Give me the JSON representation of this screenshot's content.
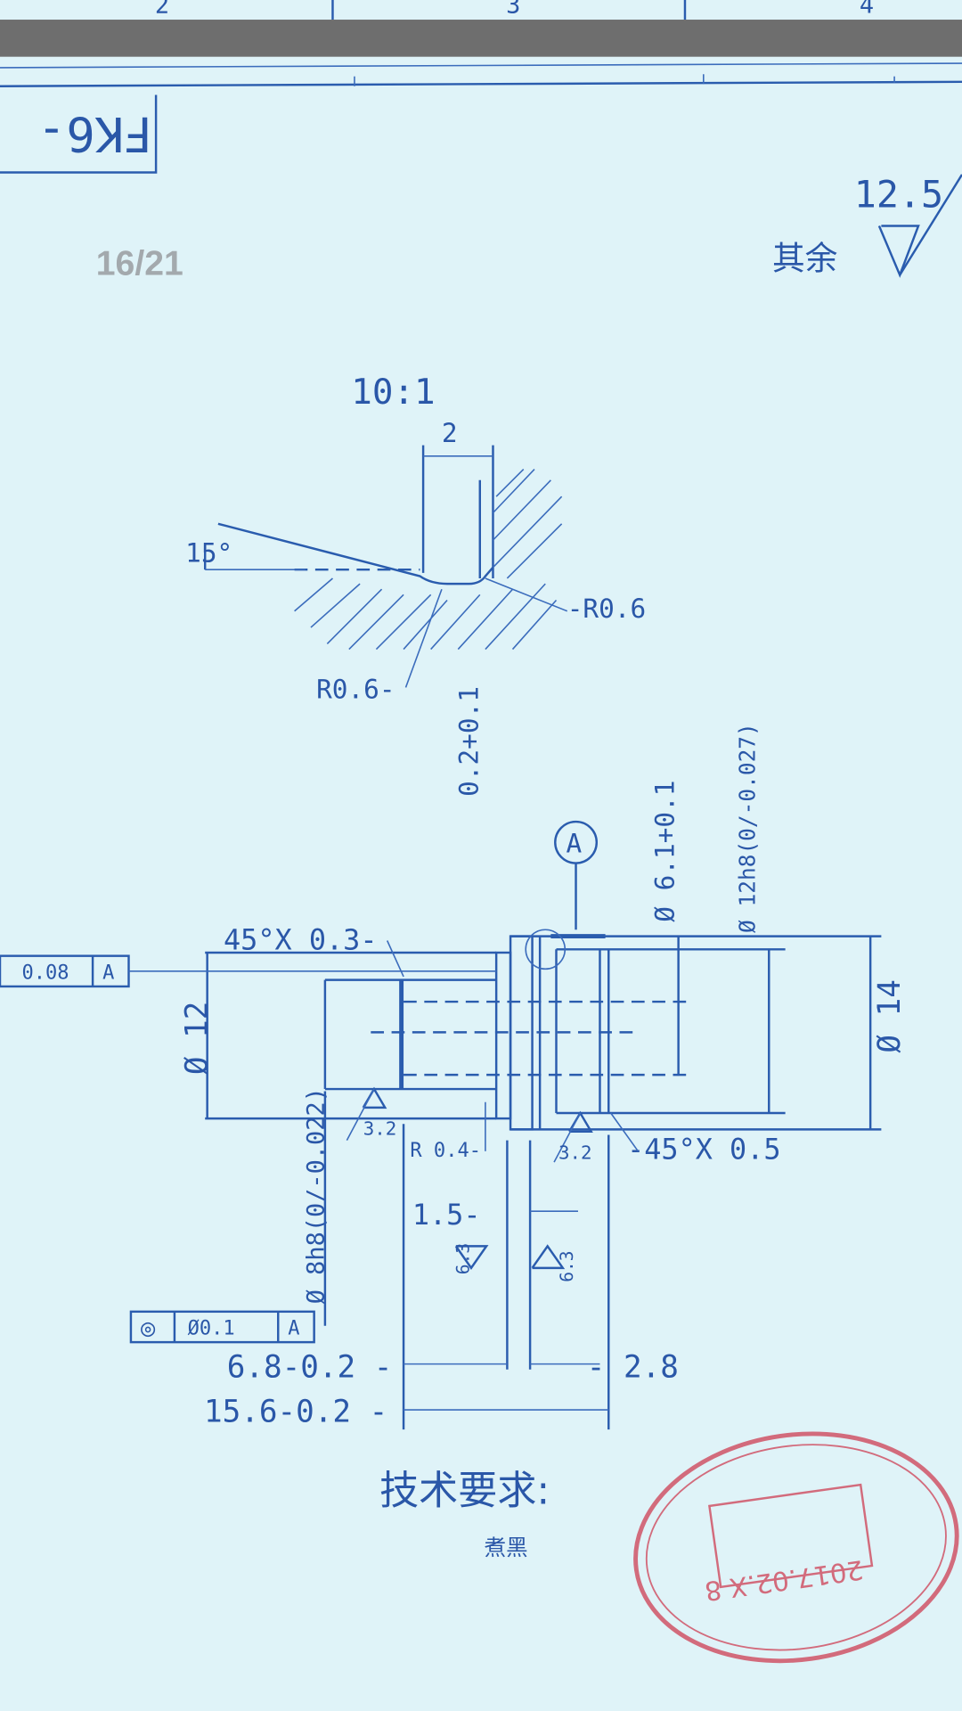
{
  "viewer": {
    "page_indicator": "16/21"
  },
  "title_block": {
    "zone_numbers": [
      "2",
      "3",
      "4"
    ],
    "drawing_number_mirrored": "FK6-"
  },
  "roughness": {
    "other_label": "其余",
    "value": "12.5"
  },
  "detail_view": {
    "scale": "10:1",
    "width_dim": "2",
    "angle": "15°",
    "radius_right": "-R0.6",
    "radius_left": "R0.6-",
    "depth_dim": "0.2+0.1"
  },
  "main_view": {
    "datum": "A",
    "dia_bore": "Ø 6.1+0.1",
    "dia_shaft": "Ø 12h8(0/-0.027)",
    "dia_12": "Ø 12",
    "dia_14": "Ø 14",
    "chamfer_left": "45°X 0.3-",
    "chamfer_right": "-45°X 0.5",
    "radius": "R 0.4-",
    "roughness_left": "3.2",
    "roughness_right": "3.2",
    "roughness_groove_left": "6.3",
    "roughness_groove_right": "6.3",
    "dia_8": "Ø 8h8(0/-0.022)",
    "groove_width": "1.5-",
    "len_6_8": "6.8-0.2 -",
    "len_2_8": "- 2.8",
    "len_15_6": "15.6-0.2 -",
    "runout_frame": {
      "value": "0.08",
      "datum": "A"
    },
    "concentricity_frame": {
      "symbol": "◎",
      "value": "Ø0.1",
      "datum": "A"
    }
  },
  "requirements": {
    "title": "技术要求:",
    "item": "煮黑"
  },
  "stamp": {
    "date": "2017.02.X 8"
  },
  "colors": {
    "ink": "#2a57a8",
    "paper": "#dff3f8",
    "bar": "#6e6e6e",
    "stamp": "#d04a5e"
  }
}
